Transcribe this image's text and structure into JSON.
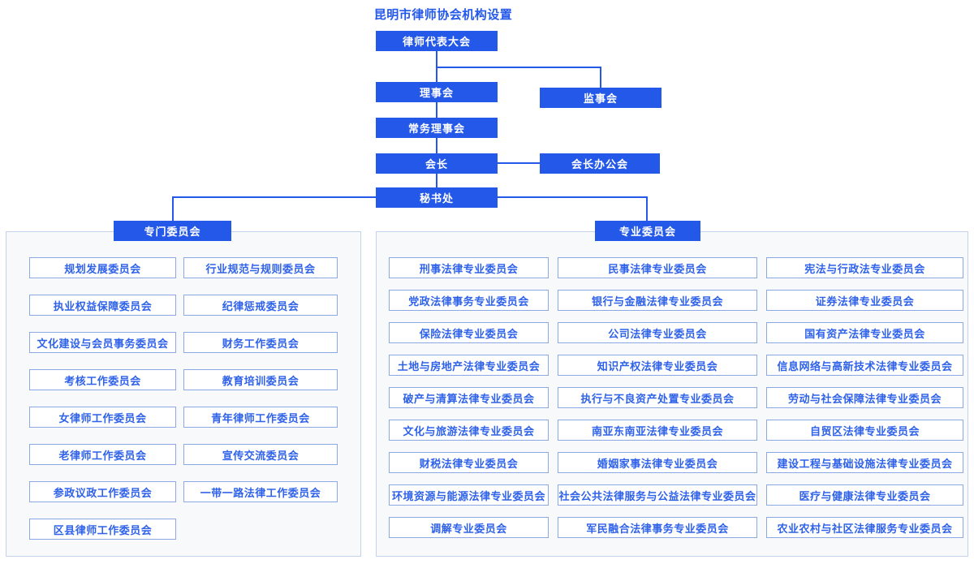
{
  "page": {
    "title": "昆明市律师协会机构设置"
  },
  "org": {
    "congress": "律师代表大会",
    "council": "理事会",
    "supervisory": "监事会",
    "standing_council": "常务理事会",
    "president": "会长",
    "president_office": "会长办公会",
    "secretariat": "秘书处"
  },
  "special_committees": {
    "header": "专门委员会",
    "items": [
      "规划发展委员会",
      "行业规范与规则委员会",
      "执业权益保障委员会",
      "纪律惩戒委员会",
      "文化建设与会员事务委员会",
      "财务工作委员会",
      "考核工作委员会",
      "教育培训委员会",
      "女律师工作委员会",
      "青年律师工作委员会",
      "老律师工作委员会",
      "宣传交流委员会",
      "参政议政工作委员会",
      "一带一路法律工作委员会",
      "区县律师工作委员会"
    ]
  },
  "professional_committees": {
    "header": "专业委员会",
    "items": [
      "刑事法律专业委员会",
      "民事法律专业委员会",
      "宪法与行政法专业委员会",
      "党政法律事务专业委员会",
      "银行与金融法律专业委员会",
      "证券法律专业委员会",
      "保险法律专业委员会",
      "公司法律专业委员会",
      "国有资产法律专业委员会",
      "土地与房地产法律专业委员会",
      "知识产权法律专业委员会",
      "信息网络与高新技术法律专业委员会",
      "破产与清算法律专业委员会",
      "执行与不良资产处置专业委员会",
      "劳动与社会保障法律专业委员会",
      "文化与旅游法律专业委员会",
      "南亚东南亚法律专业委员会",
      "自贸区法律专业委员会",
      "财税法律专业委员会",
      "婚姻家事法律专业委员会",
      "建设工程与基础设施法律专业委员会",
      "环境资源与能源法律专业委员会",
      "社会公共法律服务与公益法律专业委员会",
      "医疗与健康法律专业委员会",
      "调解专业委员会",
      "军民融合法律事务专业委员会",
      "农业农村与社区法律服务专业委员会"
    ]
  },
  "colors": {
    "primary_blue": "#2358e8",
    "item_border": "#8ca8e4",
    "item_text": "#2f62e8",
    "panel_border": "#c3d0ee",
    "panel_bg": "#f8f9fb"
  }
}
